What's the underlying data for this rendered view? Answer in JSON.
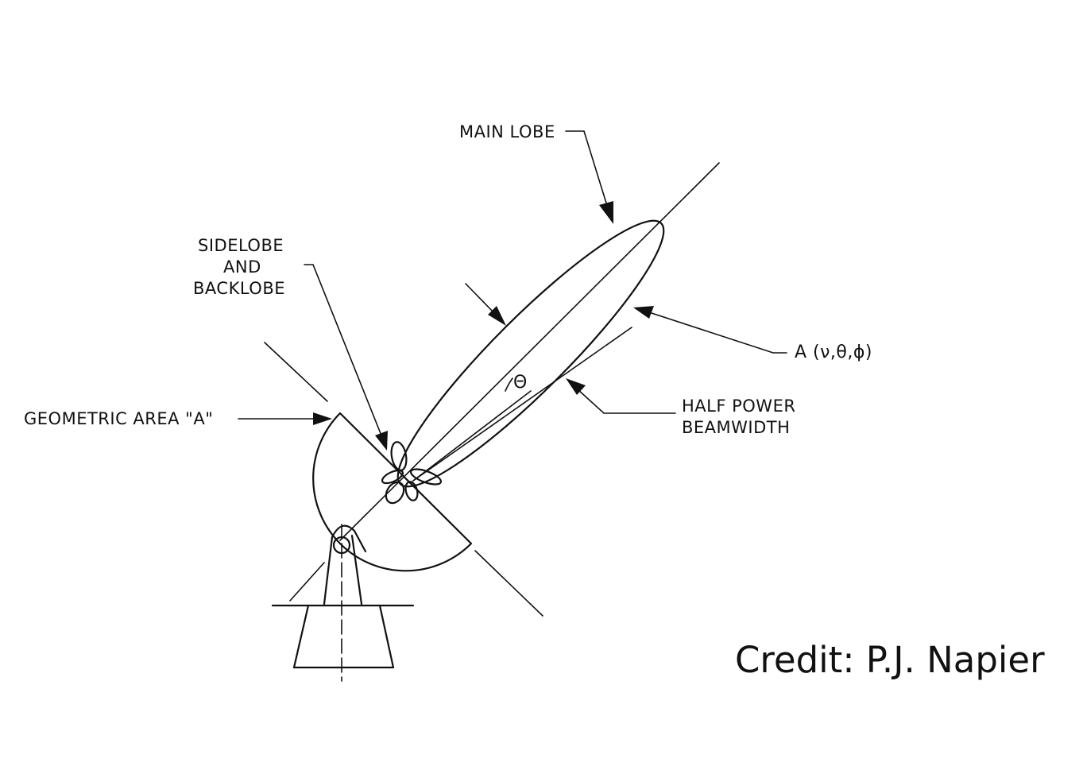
{
  "labels": {
    "main_lobe": "MAIN LOBE",
    "sidelobe_line1": "SIDELOBE",
    "sidelobe_line2": "AND",
    "sidelobe_line3": "BACKLOBE",
    "pattern": "A (ν,θ,ϕ)",
    "geometric_area": "GEOMETRIC AREA \"A\"",
    "half_power_line1": "HALF POWER",
    "half_power_line2": "BEAMWIDTH",
    "theta": "Θ"
  },
  "credit": "Credit: P.J. Napier"
}
